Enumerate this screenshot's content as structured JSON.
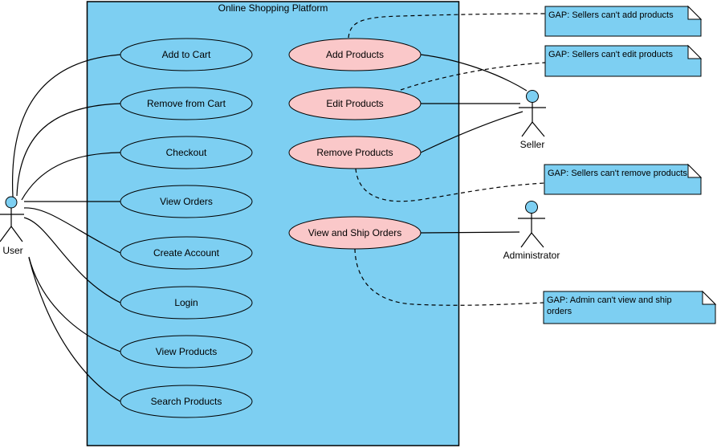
{
  "diagram": {
    "title": "Online Shopping Platform",
    "colors": {
      "system_fill": "#7DCFF2",
      "use_case_fill": "#7DCFF2",
      "gap_use_case_fill": "#FAC8C9",
      "note_fill": "#7DCFF2",
      "stroke": "#000000",
      "background": "#FFFFFF"
    },
    "actors": [
      {
        "name": "User"
      },
      {
        "name": "Seller"
      },
      {
        "name": "Administrator"
      }
    ],
    "use_cases": [
      {
        "label": "Add to Cart",
        "type": "normal"
      },
      {
        "label": "Remove from Cart",
        "type": "normal"
      },
      {
        "label": "Checkout",
        "type": "normal"
      },
      {
        "label": "View Orders",
        "type": "normal"
      },
      {
        "label": "Create Account",
        "type": "normal"
      },
      {
        "label": "Login",
        "type": "normal"
      },
      {
        "label": "View Products",
        "type": "normal"
      },
      {
        "label": "Search Products",
        "type": "normal"
      },
      {
        "label": "Add Products",
        "type": "gap"
      },
      {
        "label": "Edit Products",
        "type": "gap"
      },
      {
        "label": "Remove Products",
        "type": "gap"
      },
      {
        "label": "View and Ship Orders",
        "type": "gap"
      }
    ],
    "notes": [
      {
        "text": "GAP: Sellers can't add products"
      },
      {
        "text": "GAP: Sellers can't edit products"
      },
      {
        "text": "GAP: Sellers can't remove products"
      },
      {
        "text": "GAP: Admin can't view and ship orders"
      }
    ],
    "associations": [
      {
        "from": "User",
        "to": "Add to Cart"
      },
      {
        "from": "User",
        "to": "Remove from Cart"
      },
      {
        "from": "User",
        "to": "Checkout"
      },
      {
        "from": "User",
        "to": "View Orders"
      },
      {
        "from": "User",
        "to": "Create Account"
      },
      {
        "from": "User",
        "to": "Login"
      },
      {
        "from": "User",
        "to": "View Products"
      },
      {
        "from": "User",
        "to": "Search Products"
      },
      {
        "from": "Seller",
        "to": "Add Products"
      },
      {
        "from": "Seller",
        "to": "Edit Products"
      },
      {
        "from": "Seller",
        "to": "Remove Products"
      },
      {
        "from": "Administrator",
        "to": "View and Ship Orders"
      }
    ],
    "note_links": [
      {
        "note": "GAP: Sellers can't add products",
        "to": "Add Products"
      },
      {
        "note": "GAP: Sellers can't edit products",
        "to": "Edit Products"
      },
      {
        "note": "GAP: Sellers can't remove products",
        "to": "Remove Products"
      },
      {
        "note": "GAP: Admin can't view and ship orders",
        "to": "View and Ship Orders"
      }
    ]
  }
}
